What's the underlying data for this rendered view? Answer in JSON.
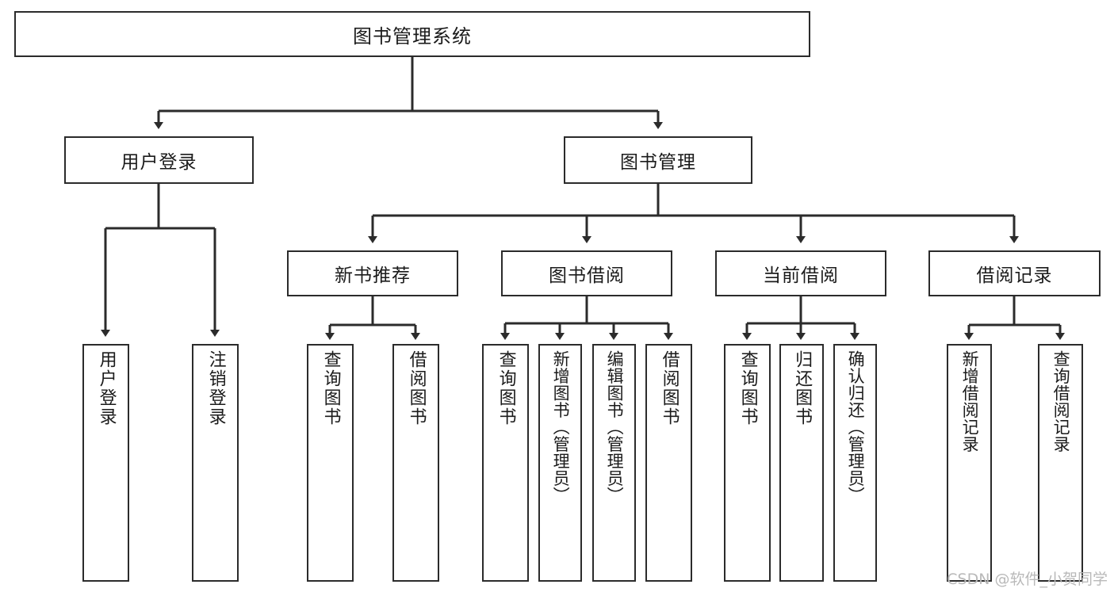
{
  "diagram": {
    "title": "图书管理系统",
    "watermark": "CSDN @软件_小贺同学",
    "line_color": "#2b2b2b",
    "text_color": "#1b1b1b",
    "background": "#ffffff",
    "root": {
      "label": "图书管理系统"
    },
    "level2": [
      {
        "label": "用户登录"
      },
      {
        "label": "图书管理"
      }
    ],
    "level3": [
      {
        "label": "新书推荐"
      },
      {
        "label": "图书借阅"
      },
      {
        "label": "当前借阅"
      },
      {
        "label": "借阅记录"
      }
    ],
    "leaves": {
      "user_login": [
        {
          "label": "用户登录"
        },
        {
          "label": "注销登录"
        }
      ],
      "new_book": [
        {
          "label": "查询图书"
        },
        {
          "label": "借阅图书"
        }
      ],
      "book_borrow": [
        {
          "label": "查询图书"
        },
        {
          "label": "新增图书（管理员）"
        },
        {
          "label": "编辑图书（管理员）"
        },
        {
          "label": "借阅图书"
        }
      ],
      "current_borrow": [
        {
          "label": "查询图书"
        },
        {
          "label": "归还图书"
        },
        {
          "label": "确认归还（管理员）"
        }
      ],
      "borrow_record": [
        {
          "label": "新增借阅记录"
        },
        {
          "label": "查询借阅记录"
        }
      ]
    }
  }
}
